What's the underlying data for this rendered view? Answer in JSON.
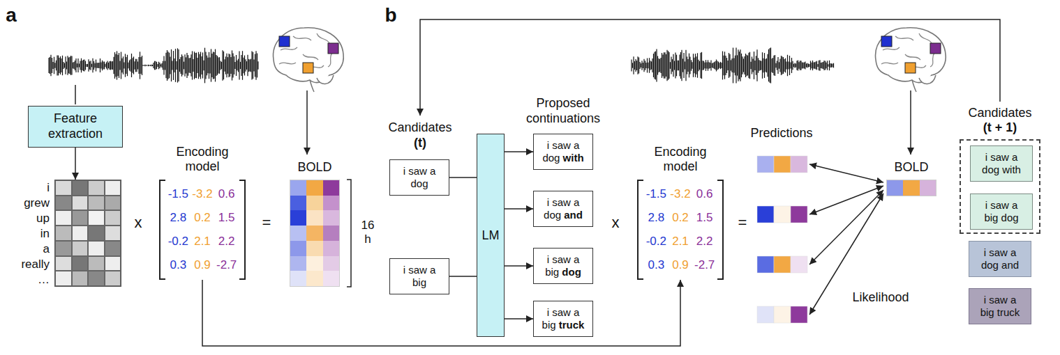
{
  "diagram": {
    "nodes": [
      {
        "text": [
          "Feature extraction"
        ]
      },
      {
        "text": [
          "i",
          "grew",
          "up",
          "in",
          "a",
          "really",
          "…"
        ]
      },
      {
        "text": [
          "Encoding model",
          "-1.5",
          "-3.2",
          "0.6",
          "2.8",
          "0.2",
          "1.5",
          "-0.2",
          "2.1",
          "2.2",
          "0.3",
          "0.9",
          "-2.7"
        ]
      },
      {
        "text": [
          "BOLD"
        ]
      },
      {
        "text": [
          "i saw a dog"
        ]
      },
      {
        "text": [
          "i saw a big"
        ]
      },
      {
        "text": [
          "LM"
        ]
      },
      {
        "text": [
          "i saw a dog with"
        ]
      },
      {
        "text": [
          "i saw a dog and"
        ]
      },
      {
        "text": [
          "i saw a big dog"
        ]
      },
      {
        "text": [
          "i saw a big truck"
        ]
      },
      {
        "text": [
          "Encoding model",
          "-1.5",
          "-3.2",
          "0.6",
          "2.8",
          "0.2",
          "1.5",
          "-0.2",
          "2.1",
          "2.2",
          "0.3",
          "0.9",
          "-2.7"
        ]
      },
      {
        "text": [
          "BOLD"
        ]
      },
      {
        "text": [
          "Candidates (t + 1)"
        ]
      },
      {
        "text": [
          "i saw a dog with"
        ],
        "in": 13
      },
      {
        "text": [
          "i saw a big dog"
        ],
        "in": 13
      },
      {
        "text": [
          "i saw a dog and"
        ]
      },
      {
        "text": [
          "i saw a big truck"
        ]
      }
    ],
    "edges": [
      {
        "from": 0,
        "to": 1,
        "arrow": "to"
      },
      {
        "from": 4,
        "to": 6,
        "arrow": "none"
      },
      {
        "from": 5,
        "to": 6,
        "arrow": "none"
      },
      {
        "from": 6,
        "to": 7,
        "arrow": "to"
      },
      {
        "from": 6,
        "to": 8,
        "arrow": "to"
      },
      {
        "from": 6,
        "to": 9,
        "arrow": "to"
      },
      {
        "from": 6,
        "to": 10,
        "arrow": "to"
      },
      {
        "from": 2,
        "to": 11,
        "arrow": "to"
      }
    ],
    "labels": [
      "a",
      "b",
      "x",
      "=",
      "16 h",
      "Candidates (t)",
      "Proposed continuations",
      "x",
      "=",
      "Predictions",
      "Likelihood"
    ]
  }
}
